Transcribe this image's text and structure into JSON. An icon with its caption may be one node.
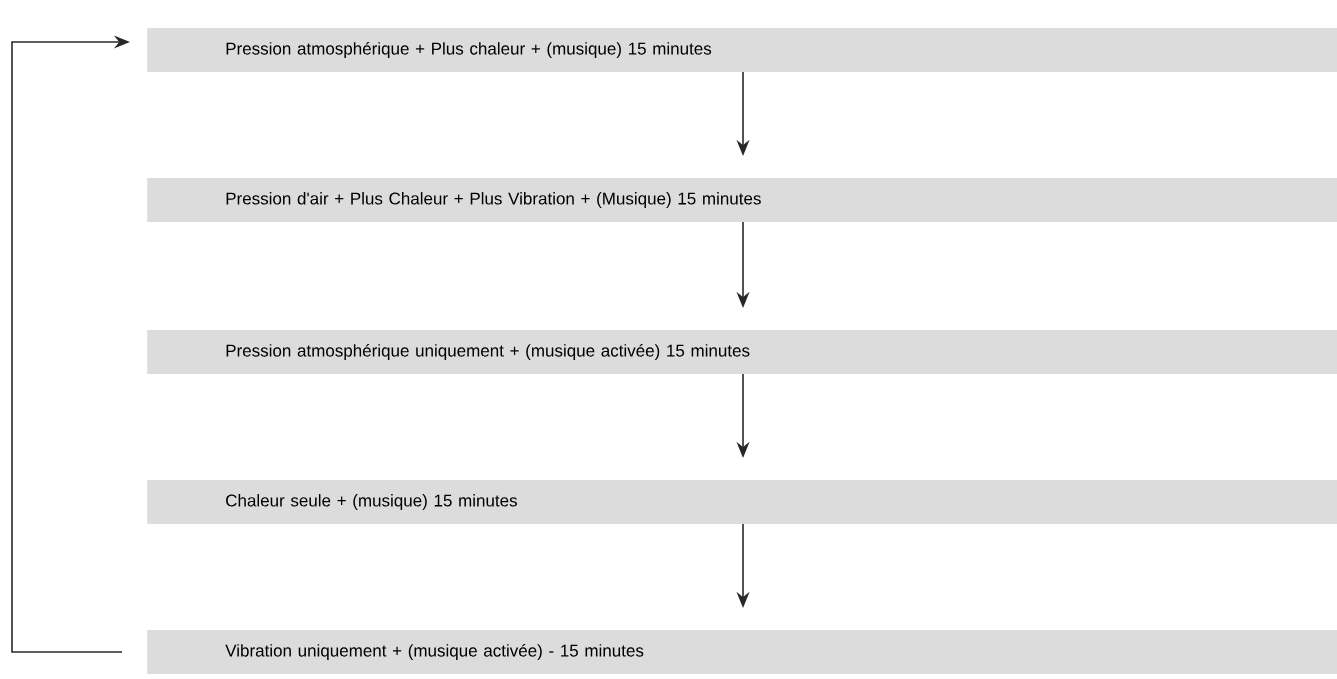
{
  "diagram": {
    "nodes": [
      {
        "text": [
          "Pression atmosphérique + Plus chaleur + (musique) 15 minutes"
        ]
      },
      {
        "text": [
          "Pression d'air + Plus Chaleur + Plus Vibration + (Musique) 15 minutes"
        ]
      },
      {
        "text": [
          "Pression atmosphérique uniquement + (musique activée) 15 minutes"
        ]
      },
      {
        "text": [
          "Chaleur seule + (musique) 15 minutes"
        ]
      },
      {
        "text": [
          "Vibration uniquement + (musique activée) - 15 minutes"
        ]
      }
    ],
    "edges": [
      {
        "from": 0,
        "to": 1,
        "arrow": "to"
      },
      {
        "from": 1,
        "to": 2,
        "arrow": "to"
      },
      {
        "from": 2,
        "to": 3,
        "arrow": "to"
      },
      {
        "from": 3,
        "to": 4,
        "arrow": "to"
      },
      {
        "from": 4,
        "to": 0,
        "arrow": "to"
      }
    ]
  }
}
